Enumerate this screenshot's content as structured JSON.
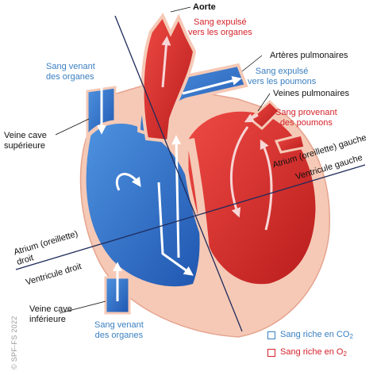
{
  "labels": {
    "aorte": "Aorte",
    "sang_expulse_organes_1": "Sang expulsé",
    "sang_expulse_organes_2": "vers les organes",
    "sang_venant_organes_top_1": "Sang venant",
    "sang_venant_organes_top_2": "des organes",
    "arteres_pulmonaires": "Artères pulmonaires",
    "sang_expulse_poumons_1": "Sang expulsé",
    "sang_expulse_poumons_2": "vers les poumons",
    "veines_pulmonaires": "Veines pulmonaires",
    "sang_provenant_poumons_1": "Sang provenant",
    "sang_provenant_poumons_2": "des poumons",
    "veine_cave_sup_1": "Veine cave",
    "veine_cave_sup_2": "supérieure",
    "atrium_gauche": "Atrium (oreillette) gauche",
    "ventricule_gauche": "Ventricule gauche",
    "atrium_droit_1": "Atrium (oreillette)",
    "atrium_droit_2": "droit",
    "ventricule_droit": "Ventricule droit",
    "veine_cave_inf_1": "Veine cave",
    "veine_cave_inf_2": "inférieure",
    "sang_venant_organes_bottom_1": "Sang venant",
    "sang_venant_organes_bottom_2": "des organes"
  },
  "legend": {
    "co2_prefix": "Sang riche en CO",
    "co2_sub": "2",
    "o2_prefix": "Sang riche en O",
    "o2_sub": "2"
  },
  "copyright": "© SPF-FS 2022",
  "colors": {
    "oxygen_poor": "#2f6fc4",
    "oxygen_rich": "#d62a2a",
    "tissue": "#f5c9b6",
    "label_blue": "#3a7fc1",
    "label_red": "#d4222a",
    "divider_line": "#1f2a5a"
  }
}
